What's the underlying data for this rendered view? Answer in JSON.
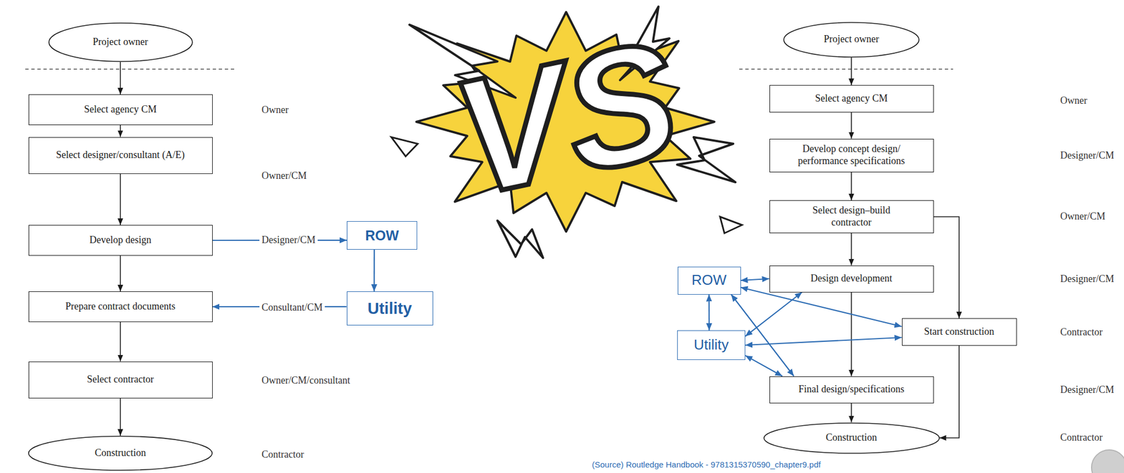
{
  "diagram": {
    "nodes": [
      {
        "text": [
          "Project owner"
        ]
      },
      {
        "text": [
          "Select agency CM"
        ]
      },
      {
        "text": [
          "Select designer/consultant (A/E)"
        ]
      },
      {
        "text": [
          "Develop design"
        ]
      },
      {
        "text": [
          "ROW"
        ]
      },
      {
        "text": [
          "Utility"
        ]
      },
      {
        "text": [
          "Prepare contract documents"
        ]
      },
      {
        "text": [
          "Select contractor"
        ]
      },
      {
        "text": [
          "Construction"
        ]
      },
      {
        "text": [
          "Project owner"
        ]
      },
      {
        "text": [
          "Select agency CM"
        ]
      },
      {
        "text": [
          "Develop concept design/ performance specifications"
        ]
      },
      {
        "text": [
          "Select design–build contractor"
        ]
      },
      {
        "text": [
          "ROW"
        ]
      },
      {
        "text": [
          "Design development"
        ]
      },
      {
        "text": [
          "Utility"
        ]
      },
      {
        "text": [
          "Start construction"
        ]
      },
      {
        "text": [
          "Final design/specifications"
        ]
      },
      {
        "text": [
          "Construction"
        ]
      }
    ],
    "edges": [
      {
        "from": 0,
        "to": 1,
        "arrow": "to"
      },
      {
        "from": 1,
        "to": 2,
        "arrow": "to"
      },
      {
        "from": 2,
        "to": 3,
        "arrow": "to"
      },
      {
        "from": 3,
        "to": 4,
        "arrow": "to"
      },
      {
        "from": 4,
        "to": 5,
        "arrow": "to"
      },
      {
        "from": 5,
        "to": 6,
        "arrow": "to"
      },
      {
        "from": 3,
        "to": 6,
        "arrow": "to"
      },
      {
        "from": 6,
        "to": 7,
        "arrow": "to"
      },
      {
        "from": 7,
        "to": 8,
        "arrow": "to"
      },
      {
        "from": 9,
        "to": 10,
        "arrow": "to"
      },
      {
        "from": 10,
        "to": 11,
        "arrow": "to"
      },
      {
        "from": 11,
        "to": 12,
        "arrow": "to"
      },
      {
        "from": 12,
        "to": 14,
        "arrow": "to"
      },
      {
        "from": 12,
        "to": 16,
        "arrow": "to"
      },
      {
        "from": 14,
        "to": 17,
        "arrow": "to"
      },
      {
        "from": 17,
        "to": 18,
        "arrow": "to"
      },
      {
        "from": 16,
        "to": 18,
        "arrow": "to"
      },
      {
        "from": 13,
        "to": 14,
        "arrow": "both"
      },
      {
        "from": 13,
        "to": 15,
        "arrow": "both"
      },
      {
        "from": 13,
        "to": 16,
        "arrow": "both"
      },
      {
        "from": 13,
        "to": 17,
        "arrow": "both"
      },
      {
        "from": 15,
        "to": 14,
        "arrow": "both"
      },
      {
        "from": 15,
        "to": 16,
        "arrow": "both"
      },
      {
        "from": 15,
        "to": 17,
        "arrow": "both"
      }
    ],
    "labels": [
      "Owner",
      "Owner/CM",
      "Designer/CM",
      "Consultant/CM",
      "Owner/CM/consultant",
      "Contractor",
      "VS",
      "Owner",
      "Designer/CM",
      "Owner/CM",
      "Designer/CM",
      "Contractor",
      "Designer/CM",
      "Contractor",
      "(Source) Routledge Handbook - 9781315370590_chapter9.pdf"
    ]
  }
}
